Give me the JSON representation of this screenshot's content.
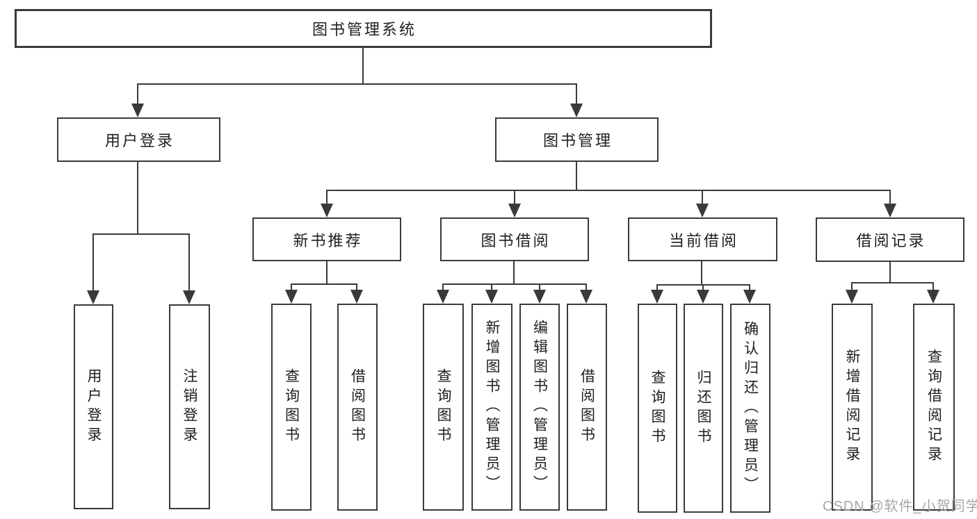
{
  "nodes": {
    "root": "图书管理系统",
    "user_login": "用户登录",
    "book_mgmt": "图书管理",
    "new_book_rec": "新书推荐",
    "book_borrow": "图书借阅",
    "current_borrow": "当前借阅",
    "borrow_records": "借阅记录",
    "ul_login": "用户登录",
    "ul_logout": "注销登录",
    "nbr_query": "查询图书",
    "nbr_borrow": "借阅图书",
    "bb_query": "查询图书",
    "bb_add": "新增图书（管理员）",
    "bb_edit": "编辑图书（管理员）",
    "bb_borrow": "借阅图书",
    "cb_query": "查询图书",
    "cb_return": "归还图书",
    "cb_confirm": "确认归还（管理员）",
    "br_add": "新增借阅记录",
    "br_query": "查询借阅记录"
  },
  "watermark": "CSDN @软件_小贺同学",
  "colors": {
    "line": "#3a3a3a",
    "text": "#1f1f1f",
    "watermark": "#a6a6a6",
    "background": "#ffffff"
  }
}
